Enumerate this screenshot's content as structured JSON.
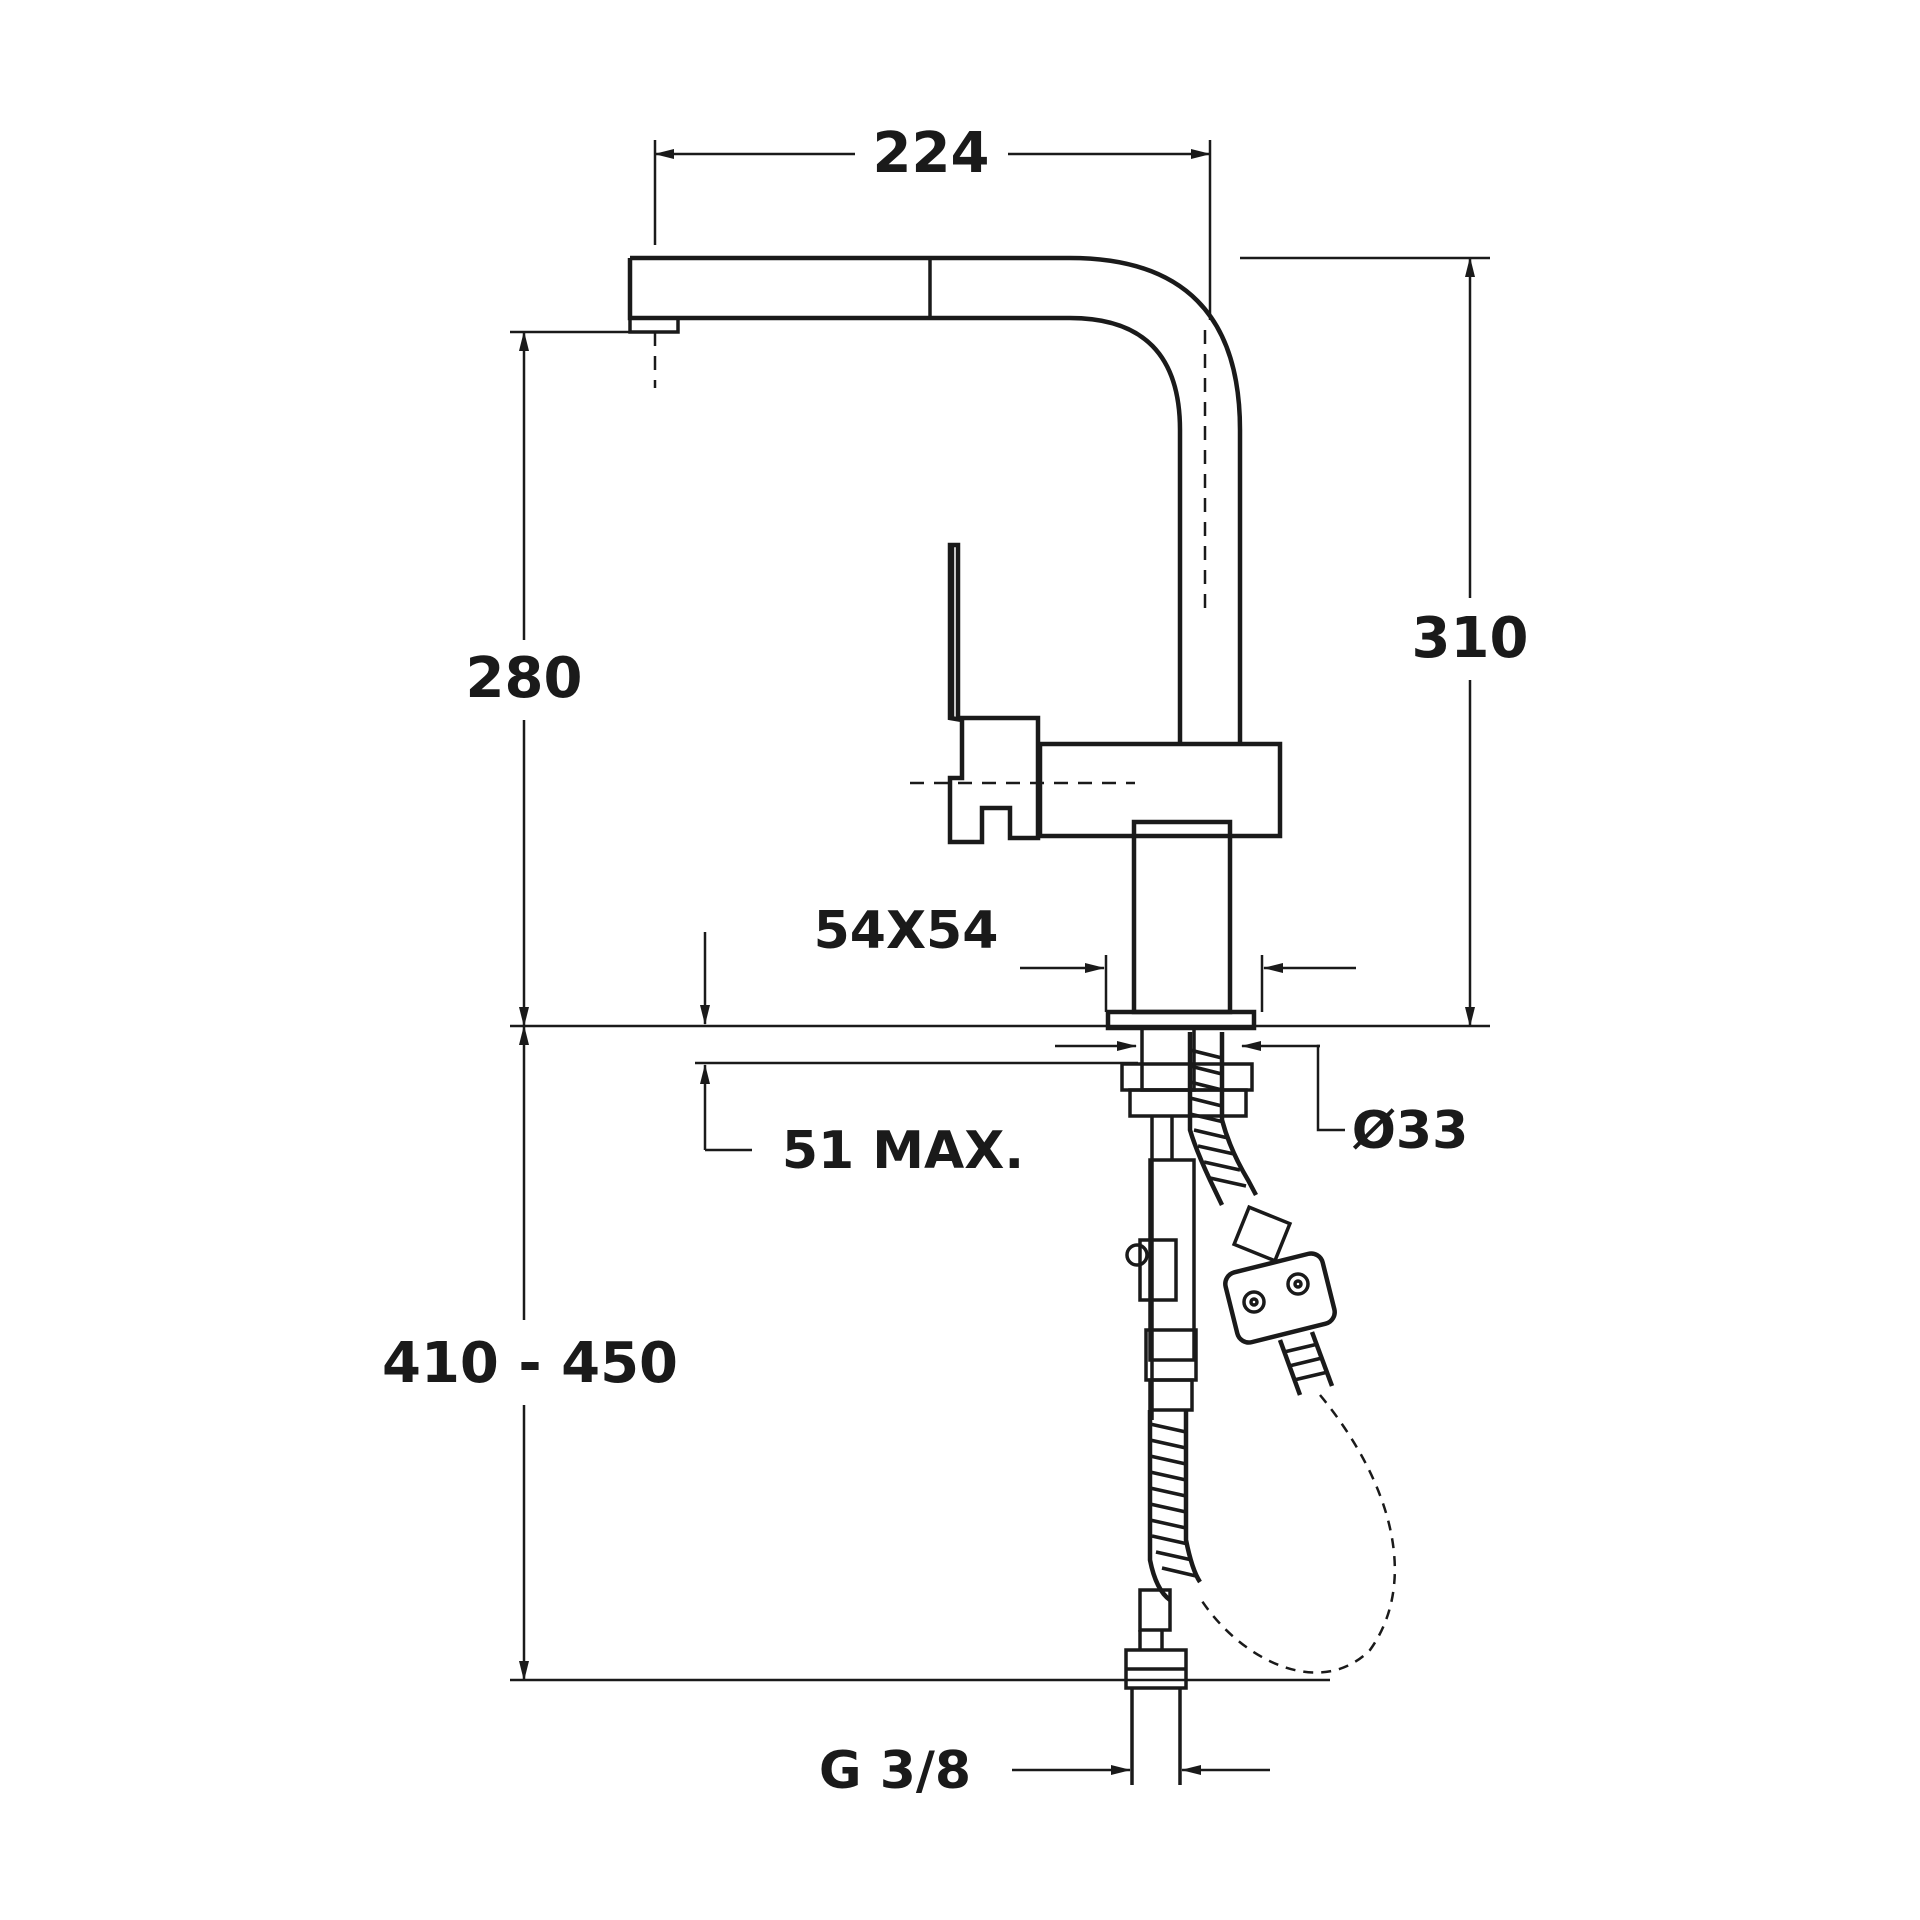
{
  "dimensions": {
    "spout_reach": "224",
    "spout_height": "280",
    "total_height": "310",
    "base_size": "54X54",
    "deck_thickness": "51 MAX.",
    "hole_diameter": "Ø33",
    "hose_length": "410 - 450",
    "connection_thread": "G 3/8"
  },
  "colors": {
    "line": "#1a1a1a",
    "background": "#ffffff"
  }
}
